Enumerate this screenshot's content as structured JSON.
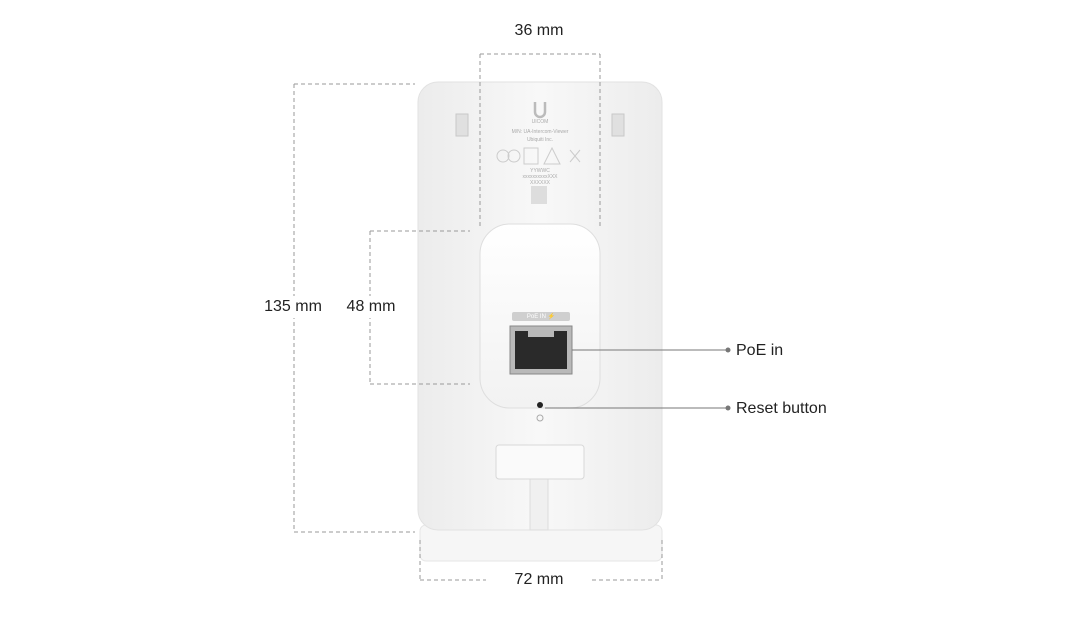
{
  "dimensions": {
    "width_top": "36 mm",
    "height_total": "135 mm",
    "height_module": "48 mm",
    "width_bottom": "72 mm"
  },
  "callouts": {
    "poe_in": "PoE in",
    "reset_button": "Reset button"
  },
  "device": {
    "logo_text": "UICOM",
    "model_text": "M/N: UA-Intercom-Viewer",
    "maker_text": "Ubiquiti Inc.",
    "date_code": "YYWWC",
    "serial": "xxxxxxxxxxXXX",
    "code2": "XXXXXX",
    "port_label": "PoE IN ⚡"
  },
  "colors": {
    "device_body": "#f4f4f4",
    "dimension_line": "#9a9a9a",
    "text": "#222222"
  }
}
